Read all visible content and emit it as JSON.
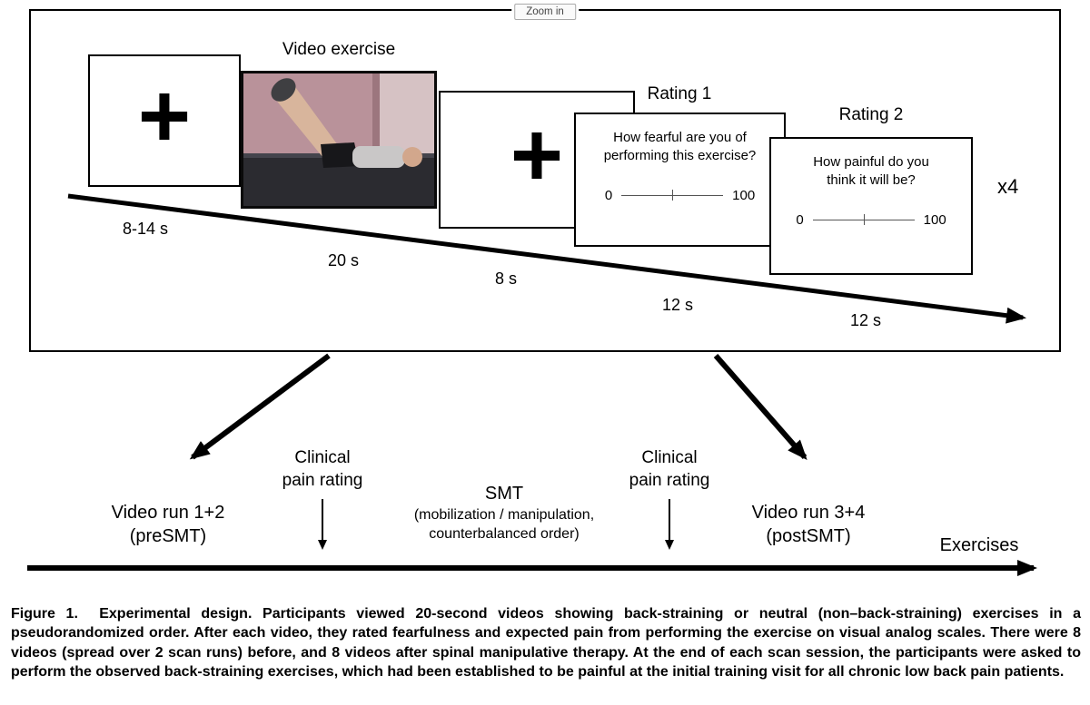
{
  "viewer": {
    "zoom_in_label": "Zoom in"
  },
  "paradigm": {
    "video_exercise_label": "Video exercise",
    "fixation_cross": "+",
    "rating1": {
      "title": "Rating 1",
      "question": "How fearful are you of\nperforming this exercise?",
      "scale_min": "0",
      "scale_max": "100"
    },
    "rating2": {
      "title": "Rating 2",
      "question": "How painful do you\nthink it will be?",
      "scale_min": "0",
      "scale_max": "100"
    },
    "repeat_label": "x4",
    "timings": [
      "8-14 s",
      "20 s",
      "8 s",
      "12 s",
      "12 s"
    ]
  },
  "timeline": {
    "clinical_pain_rating_left": "Clinical\npain rating",
    "clinical_pain_rating_right": "Clinical\npain rating",
    "smt_title": "SMT",
    "smt_subtitle": "(mobilization / manipulation,\ncounterbalanced order)",
    "video_run_pre": "Video run 1+2\n(preSMT)",
    "video_run_post": "Video run 3+4\n(postSMT)",
    "exercises_label": "Exercises"
  },
  "caption": {
    "label": "Figure 1.",
    "text": "Experimental design. Participants viewed 20-second videos showing back-straining or neutral (non–back-straining) exercises in a pseudorandomized order. After each video, they rated fearfulness and expected pain from performing the exercise on visual analog scales. There were 8 videos (spread over 2 scan runs) before, and 8 videos after spinal manipulative therapy. At the end of each scan session, the participants were asked to perform the observed back-straining exercises, which had been established to be painful at the initial training visit for all chronic low back pain patients."
  }
}
